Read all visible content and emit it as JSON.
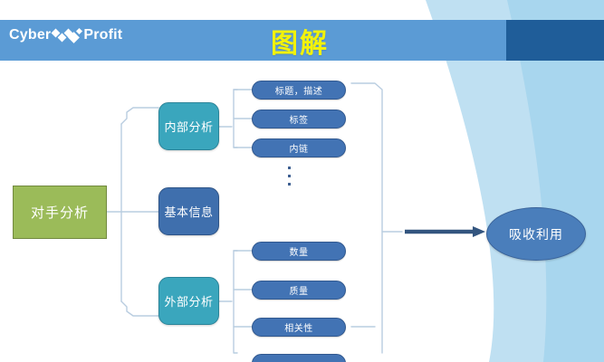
{
  "header": {
    "brand_prefix": "Cyber",
    "brand_suffix": "Profit",
    "brand_mark_icon": "diamond-zigzag-icon",
    "title": "图解",
    "title_color": "#f2f20a",
    "band_color": "#5b9bd5",
    "band_accent_color": "#1f5d99"
  },
  "diagram": {
    "root": {
      "label": "对手分析",
      "color": "#9bbb59"
    },
    "branches": [
      {
        "label": "内部分析",
        "color": "#3aa6bd"
      },
      {
        "label": "基本信息",
        "color": "#3f6fad"
      },
      {
        "label": "外部分析",
        "color": "#3aa6bd"
      }
    ],
    "internal_leaves": [
      {
        "label": "标题，描述"
      },
      {
        "label": "标签"
      },
      {
        "label": "内链"
      }
    ],
    "internal_more_icon": "vertical-ellipsis-icon",
    "external_leaves": [
      {
        "label": "数量"
      },
      {
        "label": "质量"
      },
      {
        "label": "相关性"
      },
      {
        "label": ""
      }
    ],
    "leaf_color": "#4273b4",
    "arrow_icon": "right-arrow-icon",
    "arrow_color": "#33557f",
    "outcome": {
      "label": "吸收利用",
      "color": "#4a7ebb"
    },
    "connector_color": "#b9cde0"
  },
  "decor": {
    "swoosh_light": "#bfe0f2",
    "swoosh_mid": "#9ed0ea"
  }
}
